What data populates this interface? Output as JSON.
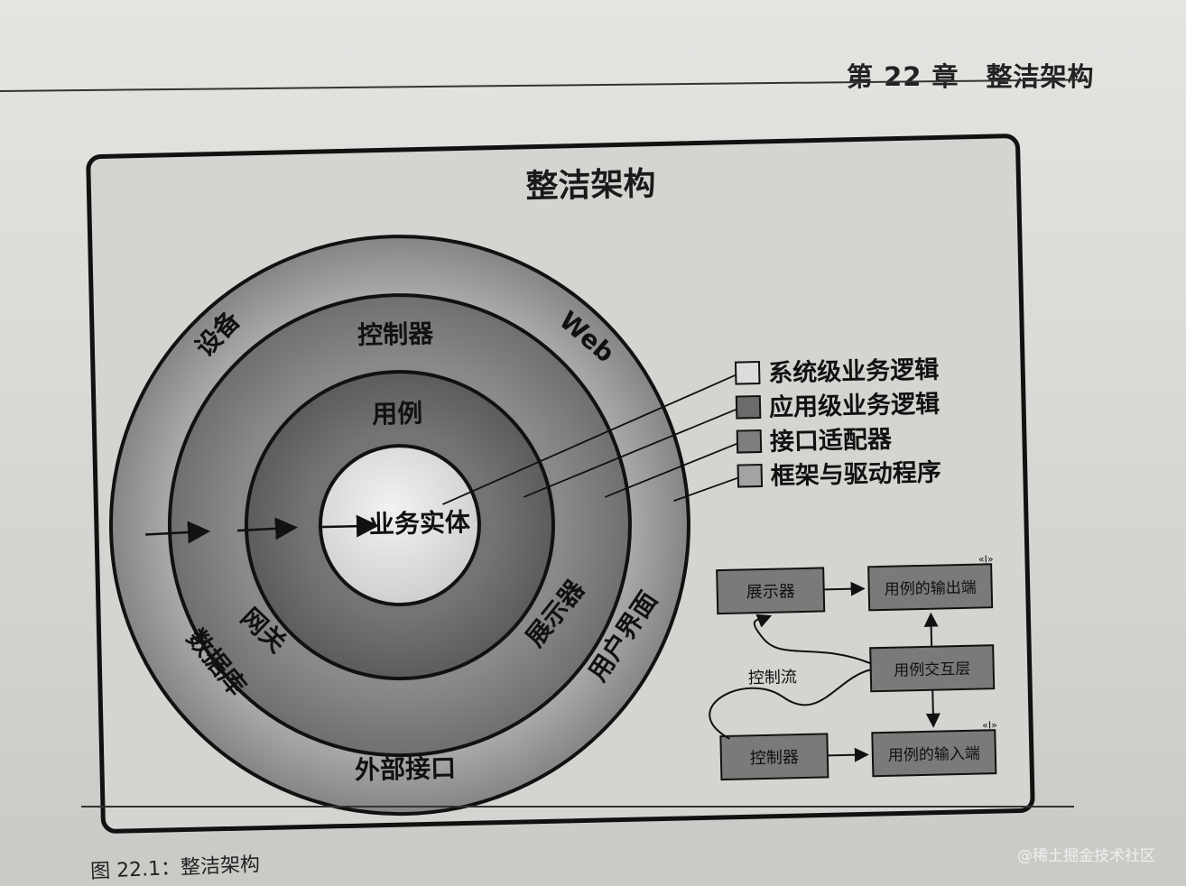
{
  "header": {
    "chapter": "第 22 章　整洁架构"
  },
  "caption": "图 22.1：整洁架构",
  "watermark": "@稀土掘金技术社区",
  "diagram": {
    "title": "整洁架构",
    "ring_labels": {
      "outer_top_left": "设备",
      "outer_top_right": "Web",
      "outer_bottom_left": "数据库",
      "outer_bottom_right": "用户界面",
      "outer_bottom": "外部接口",
      "adapter_top": "控制器",
      "adapter_bottom_left": "网关",
      "adapter_bottom_right": "展示器",
      "usecase_top": "用例",
      "entity": "业务实体"
    },
    "legend": [
      {
        "label": "系统级业务逻辑",
        "color": "#dcdcda"
      },
      {
        "label": "应用级业务逻辑",
        "color": "#6b6b69"
      },
      {
        "label": "接口适配器",
        "color": "#7e7e7c"
      },
      {
        "label": "框架与驱动程序",
        "color": "#a3a3a1"
      }
    ],
    "flow": {
      "presenter": "展示器",
      "output_port": "用例的输出端",
      "interactor": "用例交互层",
      "controller": "控制器",
      "input_port": "用例的输入端",
      "control_flow": "控制流"
    },
    "colors": {
      "frame_bg": "#d2d2cf",
      "ring_outer": "#9a9a98",
      "ring_adapter": "#7f7f7d",
      "ring_usecase": "#6c6c6a",
      "entity": "#e2e2e0",
      "flow_box": "#7a7a78"
    }
  }
}
